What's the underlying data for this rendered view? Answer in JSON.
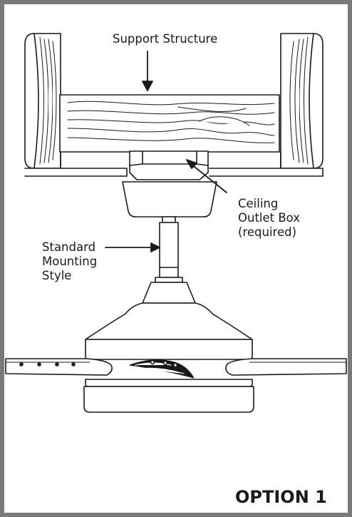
{
  "labels": {
    "support_structure": "Support Structure",
    "ceiling_outlet_box": "Ceiling\nOutlet Box\n(required)",
    "standard_mounting_style": "Standard\nMounting\nStyle"
  },
  "option_label": "OPTION 1",
  "colors": {
    "border": "#7a7a7a",
    "line": "#1a1a1a",
    "fill": "#ffffff"
  }
}
